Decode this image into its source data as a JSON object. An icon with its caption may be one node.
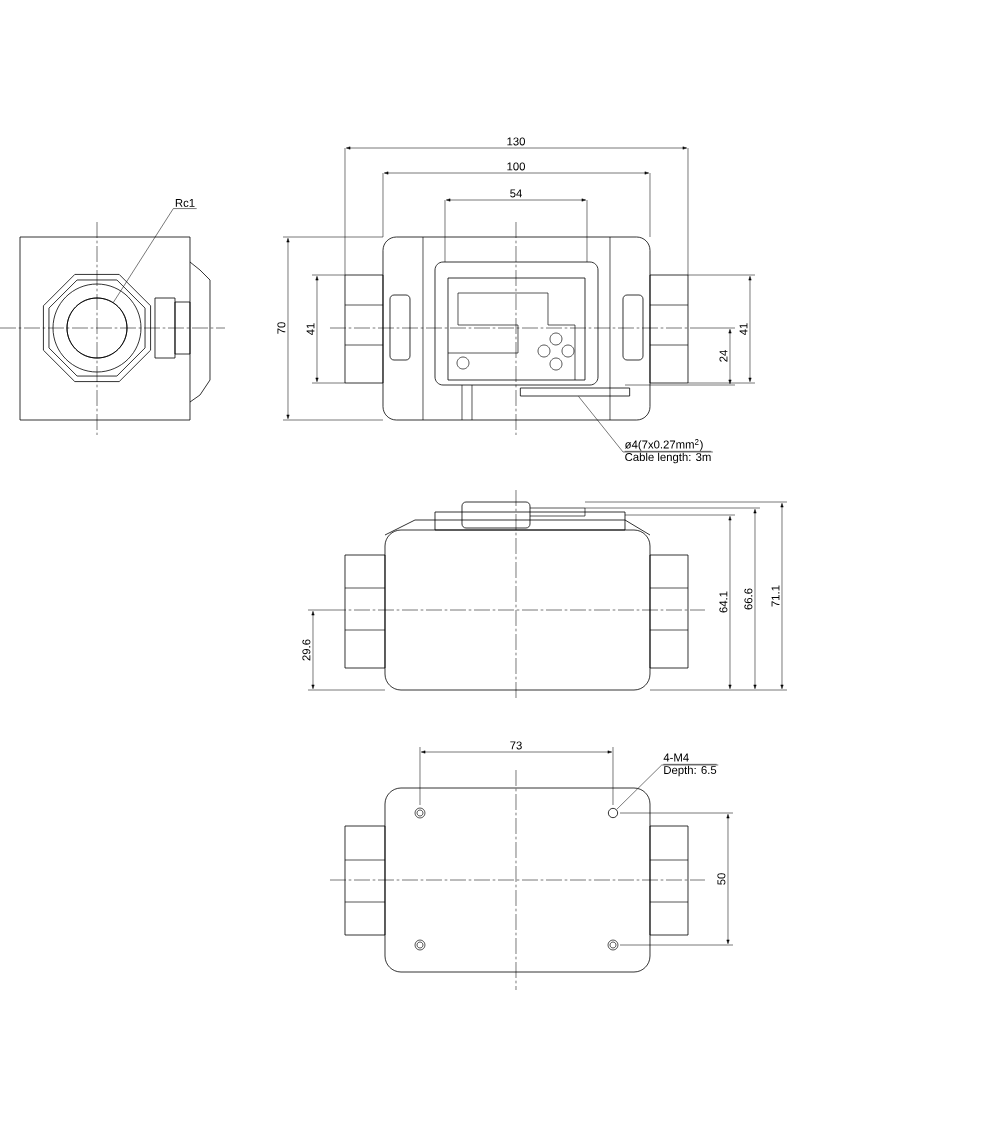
{
  "diagram": {
    "nodes": [
      {
        "text": [
          "Rc1"
        ]
      },
      {
        "text": [],
        "shape": "circle"
      },
      {
        "text": [
          "ø4(7x0.27mm$^{2}$)",
          "Cable length: 3m"
        ]
      },
      {
        "text": [],
        "shape": "bar"
      },
      {
        "text": [
          "4-M4",
          "Depth: 6.5"
        ]
      },
      {
        "text": [],
        "shape": "circle"
      }
    ],
    "edges": [
      {
        "from": 0,
        "to": 1,
        "arrow": "none"
      },
      {
        "from": 2,
        "to": 3,
        "arrow": "none"
      },
      {
        "from": 4,
        "to": 5,
        "arrow": "none"
      }
    ],
    "labels": [
      "130",
      "100",
      "54",
      "70",
      "41",
      "41",
      "24",
      "64.1",
      "66.6",
      "71.1",
      "29.6",
      "73",
      "50"
    ]
  }
}
